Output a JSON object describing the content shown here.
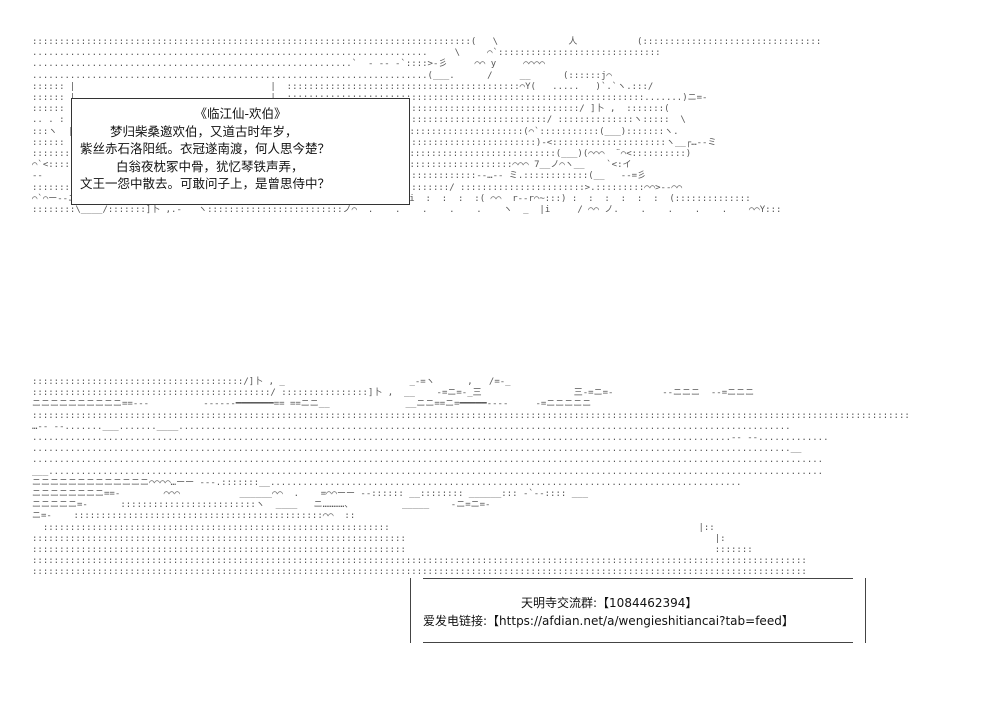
{
  "poem": {
    "title": "《临江仙-欢伯》",
    "lines": [
      "梦归柴桑邀欢伯，又道古时年岁，",
      "紫丝赤石洛阳纸。衣冠遂南渡，何人思今楚？",
      "白翁夜枕冢中骨，犹忆琴铁声弄，",
      "文王一怨中散去。可敢问子上，是曾思侍中？"
    ]
  },
  "info": {
    "qq_group_label": "天明寺交流群:",
    "qq_group_number": "【1084462394】",
    "afdian_label": "爱发电链接:",
    "afdian_url": "【https://afdian.net/a/wengieshitiancai?tab=feed】"
  }
}
